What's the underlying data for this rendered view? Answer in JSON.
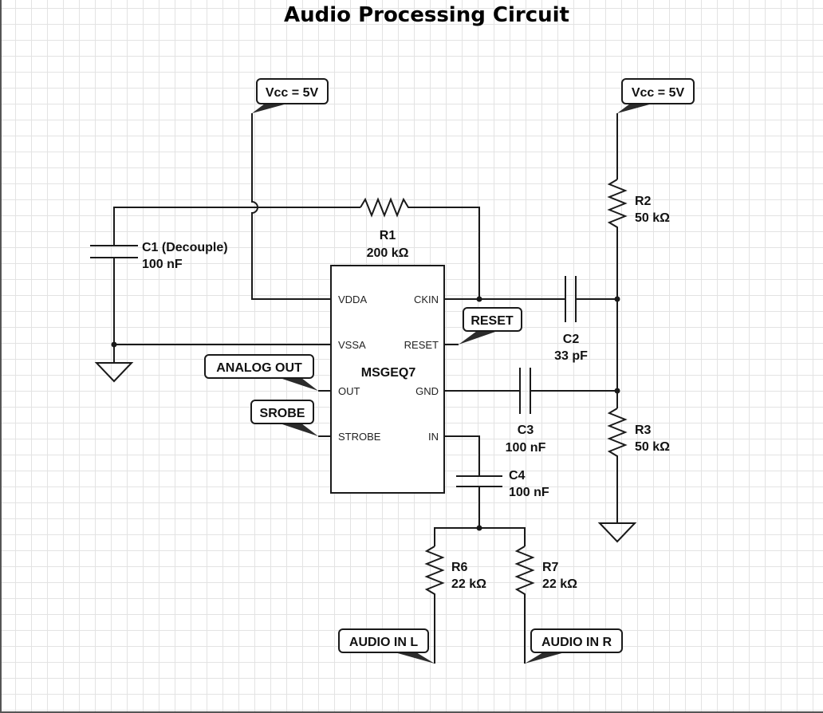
{
  "title": "Audio Processing Circuit",
  "ic": {
    "name": "MSGEQ7",
    "pins_left": [
      "VDDA",
      "VSSA",
      "OUT",
      "STROBE"
    ],
    "pins_right": [
      "CKIN",
      "RESET",
      "GND",
      "IN"
    ]
  },
  "components": {
    "c1": {
      "name": "C1 (Decouple)",
      "value": "100 nF"
    },
    "r1": {
      "name": "R1",
      "value": "200 kΩ"
    },
    "r2": {
      "name": "R2",
      "value": "50 kΩ"
    },
    "r3": {
      "name": "R3",
      "value": "50 kΩ"
    },
    "c2": {
      "name": "C2",
      "value": "33 pF"
    },
    "c3": {
      "name": "C3",
      "value": "100 nF"
    },
    "c4": {
      "name": "C4",
      "value": "100 nF"
    },
    "r6": {
      "name": "R6",
      "value": "22 kΩ"
    },
    "r7": {
      "name": "R7",
      "value": "22 kΩ"
    }
  },
  "tags": {
    "vcc_left": "Vcc = 5V",
    "vcc_right": "Vcc = 5V",
    "reset": "RESET",
    "analog_out": "ANALOG OUT",
    "strobe": "SROBE",
    "audio_in_l": "AUDIO IN L",
    "audio_in_r": "AUDIO IN R"
  },
  "colors": {
    "wire": "#1a1a1a",
    "grid": "#e3e3e3",
    "tag_shadow": "#2b2b2b"
  }
}
